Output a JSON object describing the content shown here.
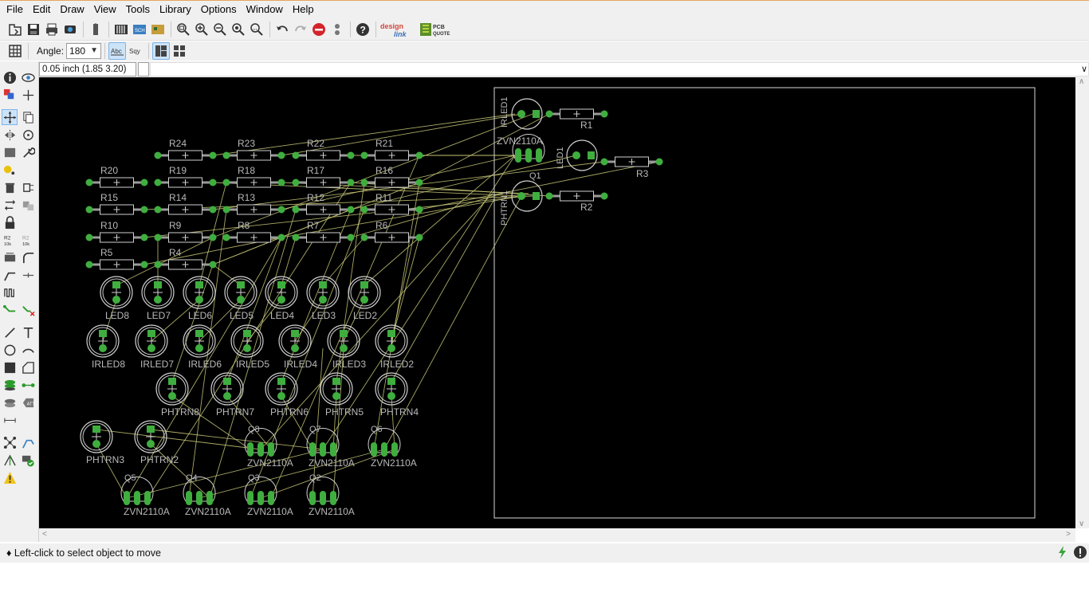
{
  "menu": [
    "File",
    "Edit",
    "Draw",
    "View",
    "Tools",
    "Library",
    "Options",
    "Window",
    "Help"
  ],
  "toolbar": {
    "brand_designlink": "design link",
    "brand_pcbquote": "PCB QUOTE",
    "angle_label": "Angle:",
    "angle_value": "180"
  },
  "coordinate": "0.05 inch (1.85 3.20)",
  "status": "Left-click to select object to move",
  "board": {
    "resistors": [
      {
        "name": "R24"
      },
      {
        "name": "R23"
      },
      {
        "name": "R22"
      },
      {
        "name": "R21"
      },
      {
        "name": "R20"
      },
      {
        "name": "R19"
      },
      {
        "name": "R18"
      },
      {
        "name": "R17"
      },
      {
        "name": "R16"
      },
      {
        "name": "R15"
      },
      {
        "name": "R14"
      },
      {
        "name": "R13"
      },
      {
        "name": "R12"
      },
      {
        "name": "R11"
      },
      {
        "name": "R10"
      },
      {
        "name": "R9"
      },
      {
        "name": "R8"
      },
      {
        "name": "R7"
      },
      {
        "name": "R6"
      },
      {
        "name": "R5"
      },
      {
        "name": "R4"
      },
      {
        "name": "R1"
      },
      {
        "name": "R3"
      },
      {
        "name": "R2"
      }
    ],
    "leds": [
      {
        "name": "LED8"
      },
      {
        "name": "LED7"
      },
      {
        "name": "LED6"
      },
      {
        "name": "LED5"
      },
      {
        "name": "LED4"
      },
      {
        "name": "LED3"
      },
      {
        "name": "LED2"
      }
    ],
    "irleds": [
      {
        "name": "IRLED8"
      },
      {
        "name": "IRLED7"
      },
      {
        "name": "IRLED6"
      },
      {
        "name": "IRLED5"
      },
      {
        "name": "IRLED4"
      },
      {
        "name": "IRLED3"
      },
      {
        "name": "IRLED2"
      }
    ],
    "phototransistors": [
      {
        "name": "PHTRN8"
      },
      {
        "name": "PHTRN7"
      },
      {
        "name": "PHTRN6"
      },
      {
        "name": "PHTRN5"
      },
      {
        "name": "PHTRN4"
      },
      {
        "name": "PHTRN3"
      },
      {
        "name": "PHTRN2"
      }
    ],
    "transistors": [
      {
        "name": "Q8",
        "value": "ZVN2110A"
      },
      {
        "name": "Q7",
        "value": "ZVN2110A"
      },
      {
        "name": "Q6",
        "value": "ZVN2110A"
      },
      {
        "name": "Q5",
        "value": "ZVN2110A"
      },
      {
        "name": "Q4",
        "value": "ZVN2110A"
      },
      {
        "name": "Q3",
        "value": "ZVN2110A"
      },
      {
        "name": "Q2",
        "value": "ZVN2110A"
      }
    ],
    "placed": {
      "irled1": "IRLED1",
      "led1": "LED1",
      "phtrn1": "PHTRN1",
      "q1": "Q1",
      "q1_value": "ZVN2110A"
    }
  },
  "colors": {
    "canvas": "#000000",
    "pad": "#3fae3f",
    "airwire": "#c8c878",
    "outline": "#cfcfcf",
    "label": "#b9b9b9"
  }
}
